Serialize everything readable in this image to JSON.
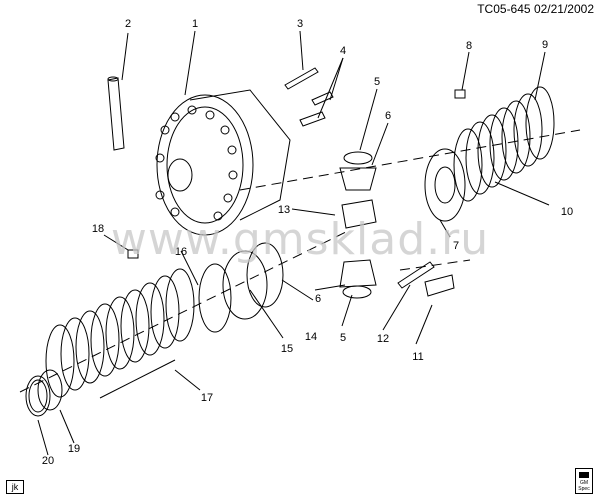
{
  "header": {
    "code": "TC05-645",
    "date": "02/21/2002"
  },
  "watermark": "www.gmsklad.ru",
  "initials": "jk",
  "logo": {
    "line1": "GM",
    "line2": "Spec"
  },
  "callouts": [
    "1",
    "2",
    "3",
    "4",
    "5",
    "6",
    "7",
    "8",
    "9",
    "10",
    "11",
    "12",
    "13",
    "14",
    "15",
    "16",
    "17",
    "18",
    "19",
    "20",
    "5",
    "6"
  ]
}
